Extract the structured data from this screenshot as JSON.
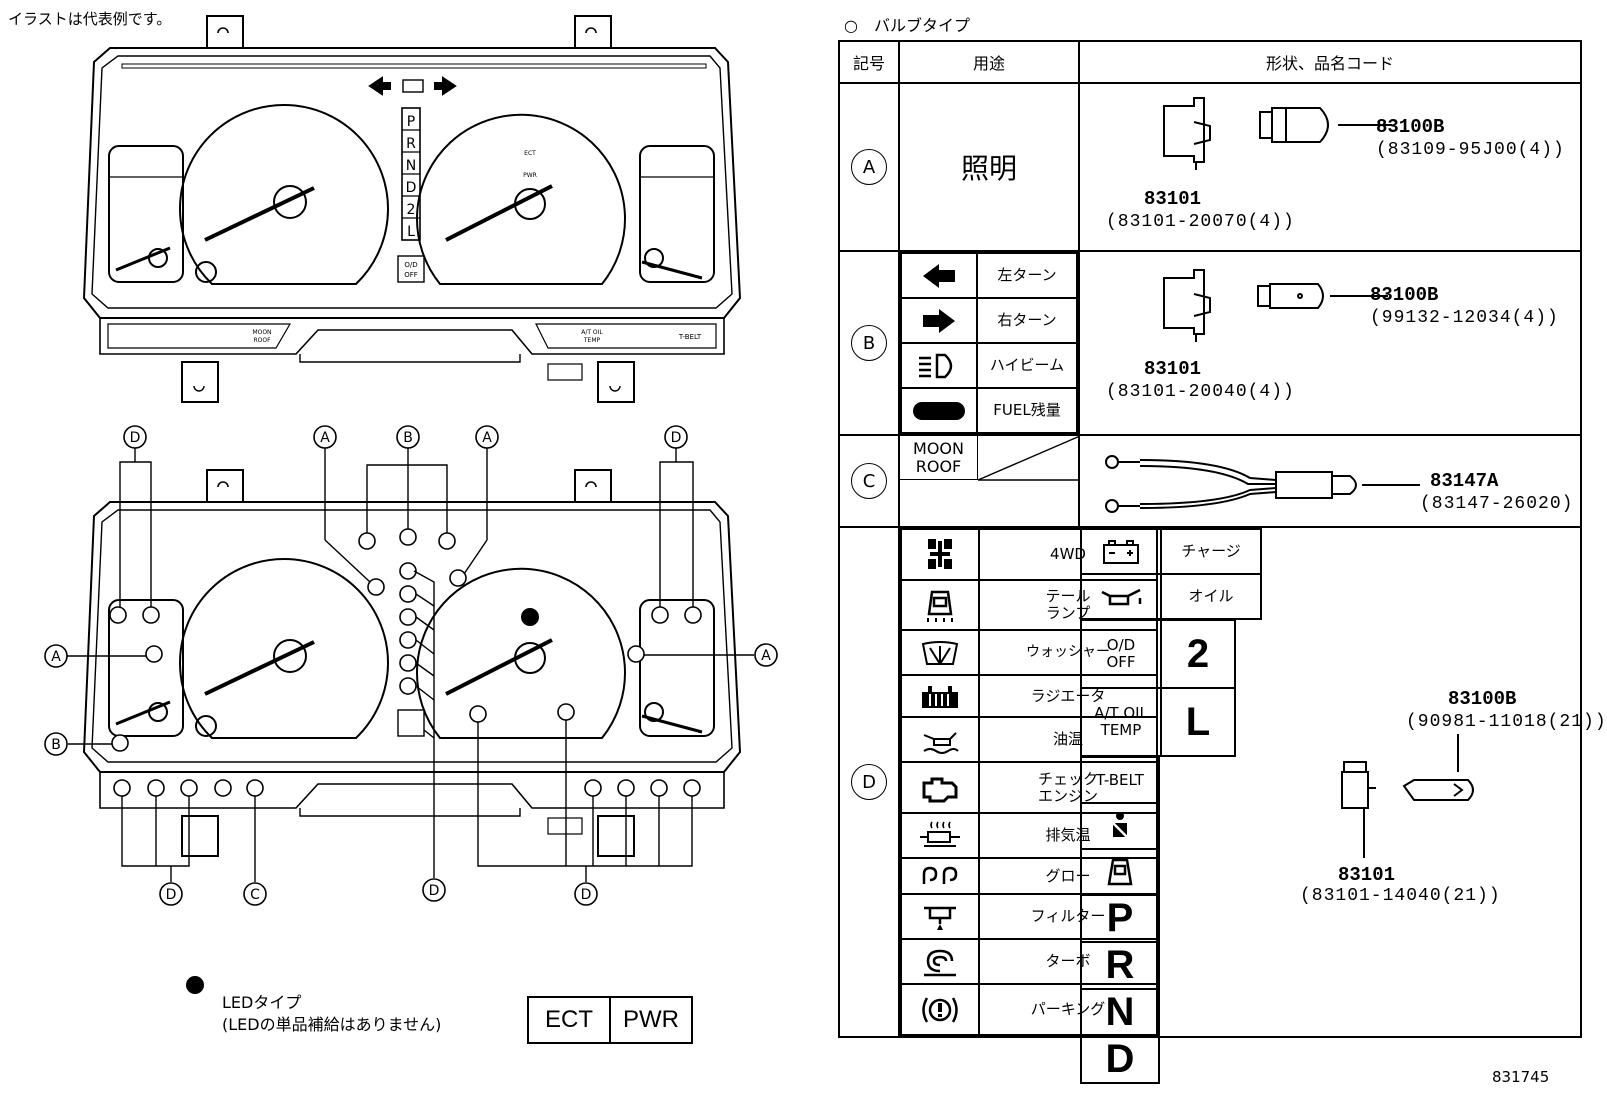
{
  "notes": {
    "illustration": "イラストは代表例です。",
    "bulb_type_header": "○　バルブタイプ",
    "led_line1": "LEDタイプ",
    "led_line2": "(LEDの単品補給はありません)",
    "doc_code": "831745"
  },
  "ect_pwr": [
    "ECT",
    "PWR"
  ],
  "gauge_labels": {
    "shift": [
      "P",
      "R",
      "N",
      "D",
      "2",
      "L"
    ],
    "od_off": [
      "O/D",
      "OFF"
    ],
    "ect": "ECT",
    "pwr": "PWR",
    "moon_roof": [
      "MOON",
      "ROOF"
    ],
    "at_oil_temp": [
      "A/T OIL",
      "TEMP"
    ],
    "t_belt": "T-BELT"
  },
  "callouts": {
    "A": "A",
    "B": "B",
    "C": "C",
    "D": "D"
  },
  "table": {
    "headers": [
      "記号",
      "用途",
      "形状、品名コード"
    ],
    "row_A": {
      "symbol": "A",
      "usage": "照明",
      "socket_code": "83101",
      "socket_part": "(83101-20070(4))",
      "bulb_code": "83100B",
      "bulb_part": "(83109-95J00(4))"
    },
    "row_B": {
      "symbol": "B",
      "items": [
        "左ターン",
        "右ターン",
        "ハイビーム",
        "FUEL残量"
      ],
      "socket_code": "83101",
      "socket_part": "(83101-20040(4))",
      "bulb_code": "83100B",
      "bulb_part": "(99132-12034(4))"
    },
    "row_C": {
      "symbol": "C",
      "item": [
        "MOON",
        "ROOF"
      ],
      "code": "83147A",
      "part": "(83147-26020)"
    },
    "row_D": {
      "symbol": "D",
      "left_items": [
        "4WD",
        "テール\nランプ",
        "ウォッシャー",
        "ラジエータ",
        "油温",
        "チェック\nエンジン",
        "排気温",
        "グロー",
        "フィルター",
        "ターボ",
        "パーキング"
      ],
      "mid_items": [
        "チャージ",
        "オイル"
      ],
      "right_text": [
        "O/D\nOFF",
        "A/T OIL\nTEMP",
        "T-BELT"
      ],
      "right_big": [
        "2",
        "L"
      ],
      "big_letters": [
        "P",
        "R",
        "N",
        "D"
      ],
      "bulb_code": "83100B",
      "bulb_part": "(90981-11018(21))",
      "socket_code": "83101",
      "socket_part": "(83101-14040(21))"
    }
  }
}
